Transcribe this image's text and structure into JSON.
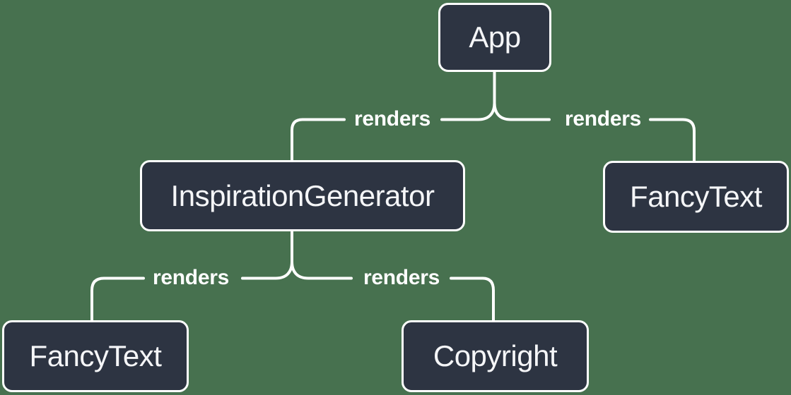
{
  "diagram": {
    "title": "react-render-tree",
    "background_color": "#47714f",
    "box_fill_color": "#2d3442",
    "box_border_color": "#ffffff",
    "line_color": "#ffffff",
    "text_color": "#f5f6f8",
    "nodes": {
      "app": {
        "label": "App"
      },
      "inspiration_generator": {
        "label": "InspirationGenerator"
      },
      "fancy_text_right": {
        "label": "FancyText"
      },
      "fancy_text_left": {
        "label": "FancyText"
      },
      "copyright": {
        "label": "Copyright"
      }
    },
    "edges": [
      {
        "from": "App",
        "to": "InspirationGenerator",
        "label": "renders"
      },
      {
        "from": "App",
        "to": "FancyText",
        "label": "renders"
      },
      {
        "from": "InspirationGenerator",
        "to": "FancyText",
        "label": "renders"
      },
      {
        "from": "InspirationGenerator",
        "to": "Copyright",
        "label": "renders"
      }
    ]
  }
}
